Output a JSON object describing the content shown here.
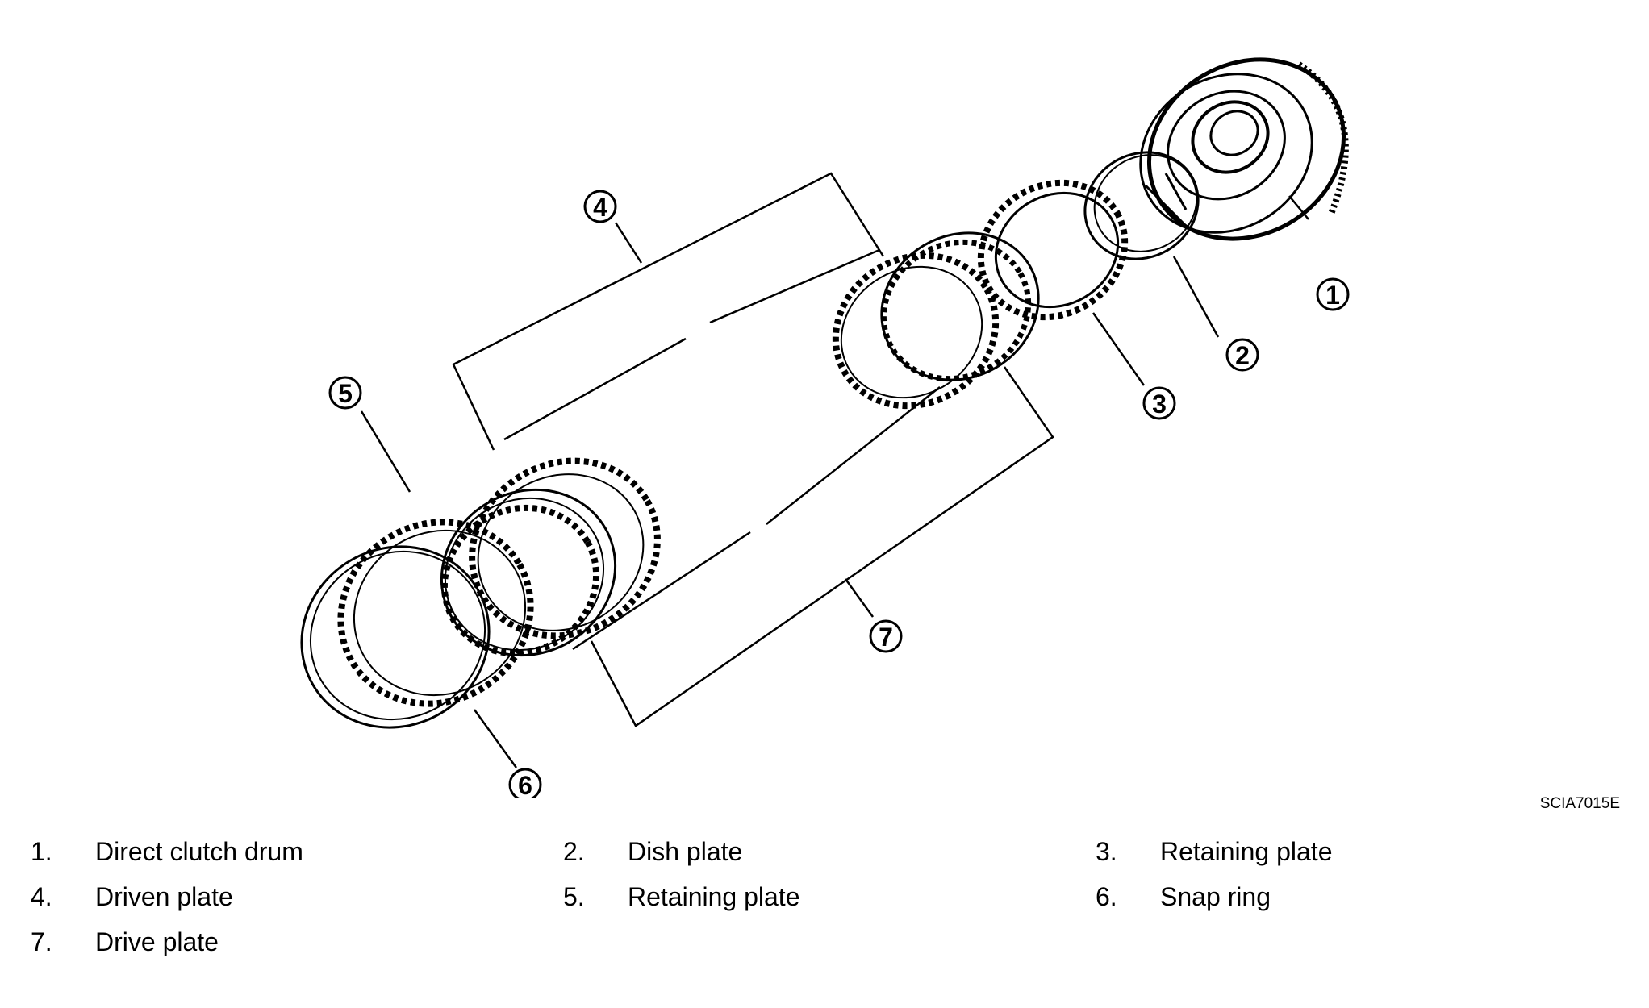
{
  "figure_code": "SCIA7015E",
  "callouts": [
    "1",
    "2",
    "3",
    "4",
    "5",
    "6",
    "7"
  ],
  "legend": [
    {
      "num": "1.",
      "label": "Direct clutch drum"
    },
    {
      "num": "2.",
      "label": "Dish plate"
    },
    {
      "num": "3.",
      "label": "Retaining plate"
    },
    {
      "num": "4.",
      "label": "Driven plate"
    },
    {
      "num": "5.",
      "label": "Retaining plate"
    },
    {
      "num": "6.",
      "label": "Snap ring"
    },
    {
      "num": "7.",
      "label": "Drive plate"
    }
  ]
}
